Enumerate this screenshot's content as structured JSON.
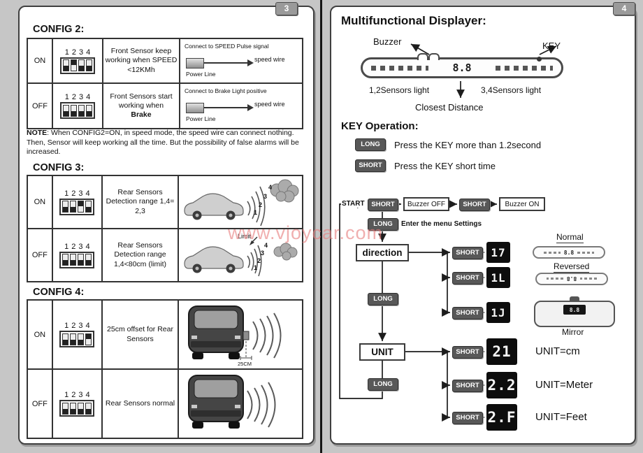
{
  "watermark": "www.vjoycar.com",
  "left": {
    "page_num": "3",
    "config2": {
      "title": "CONFIG 2:",
      "rows": [
        {
          "state": "ON",
          "dip_label": "1234",
          "desc": "Front Sensor keep working when SPEED <12KMh",
          "diag_top": "Connect to SPEED Pulse signal",
          "wire_label": "speed wire",
          "power_label": "Power Line"
        },
        {
          "state": "OFF",
          "dip_label": "1234",
          "desc_pre": "Front Sensors start working when",
          "desc_bold": "Brake",
          "diag_top": "Connect to Brake Light positive",
          "wire_label": "speed wire",
          "power_label": "Power Line"
        }
      ]
    },
    "note_label": "NOTE",
    "note_text": ": When CONFIG2=ON, in speed mode, the speed wire can connect nothing. Then, Sensor will keep working all the time. But the possibility of false alarms will be increased.",
    "config3": {
      "title": "CONFIG 3:",
      "rows": [
        {
          "state": "ON",
          "dip_label": "1234",
          "desc": "Rear Sensors Detection range 1,4= 2,3",
          "zones": [
            "4",
            "3",
            "2",
            "1"
          ]
        },
        {
          "state": "OFF",
          "dip_label": "1234",
          "desc": "Rear Sensors Detection range 1,4<80cm (limit)",
          "limit_label": "Limit",
          "zones": [
            "4",
            "3",
            "2",
            "1"
          ]
        }
      ]
    },
    "config4": {
      "title": "CONFIG 4:",
      "rows": [
        {
          "state": "ON",
          "dip_label": "1234",
          "desc": "25cm offset for Rear Sensors",
          "offset_label": "25CM"
        },
        {
          "state": "OFF",
          "dip_label": "1234",
          "desc": "Rear Sensors normal"
        }
      ]
    }
  },
  "right": {
    "page_num": "4",
    "title": "Multifunctional Displayer:",
    "device": {
      "buzzer_label": "Buzzer",
      "key_label": "KEY",
      "value": "8.8",
      "left_sensors": "1,2Sensors light",
      "right_sensors": "3,4Sensors light",
      "closest": "Closest Distance"
    },
    "key_op": {
      "title": "KEY Operation:",
      "long": "LONG",
      "long_desc": "Press the KEY more than 1.2second",
      "short": "SHORT",
      "short_desc": "Press the KEY short time"
    },
    "flow": {
      "start": "START",
      "short": "SHORT",
      "long": "LONG",
      "buzzer_off": "Buzzer OFF",
      "buzzer_on": "Buzzer ON",
      "enter_menu": "Enter the menu Settings",
      "direction": "direction",
      "unit": "UNIT",
      "mini_display": "8.8",
      "dir_options": [
        {
          "code": "17",
          "label": "Normal"
        },
        {
          "code": "1L",
          "label": "Reversed"
        },
        {
          "code": "1J",
          "label": "Mirror"
        }
      ],
      "unit_options": [
        {
          "code": "21",
          "label": "UNIT=cm"
        },
        {
          "code": "2.2",
          "label": "UNIT=Meter"
        },
        {
          "code": "2.F",
          "label": "UNIT=Feet"
        }
      ]
    }
  }
}
